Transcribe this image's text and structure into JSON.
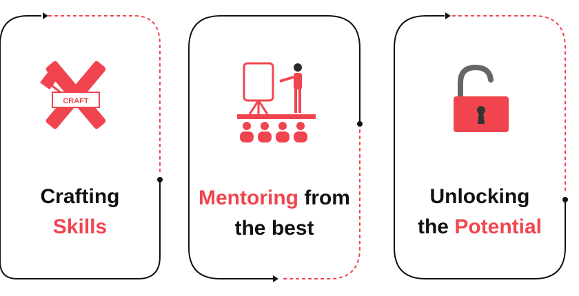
{
  "colors": {
    "accent": "#f0454f",
    "text": "#111111",
    "frame": "#111111",
    "dashed": "#f0454f"
  },
  "cards": [
    {
      "icon": "craft-tools-icon",
      "icon_text": "CRAFT",
      "line1": "Crafting",
      "line2_accent": "Skills"
    },
    {
      "icon": "mentor-presentation-icon",
      "line1_accent": "Mentoring",
      "line1_rest": " from",
      "line2": "the best"
    },
    {
      "icon": "unlocked-padlock-icon",
      "line1": "Unlocking",
      "line2_plain": "the ",
      "line2_accent": "Potential"
    }
  ]
}
